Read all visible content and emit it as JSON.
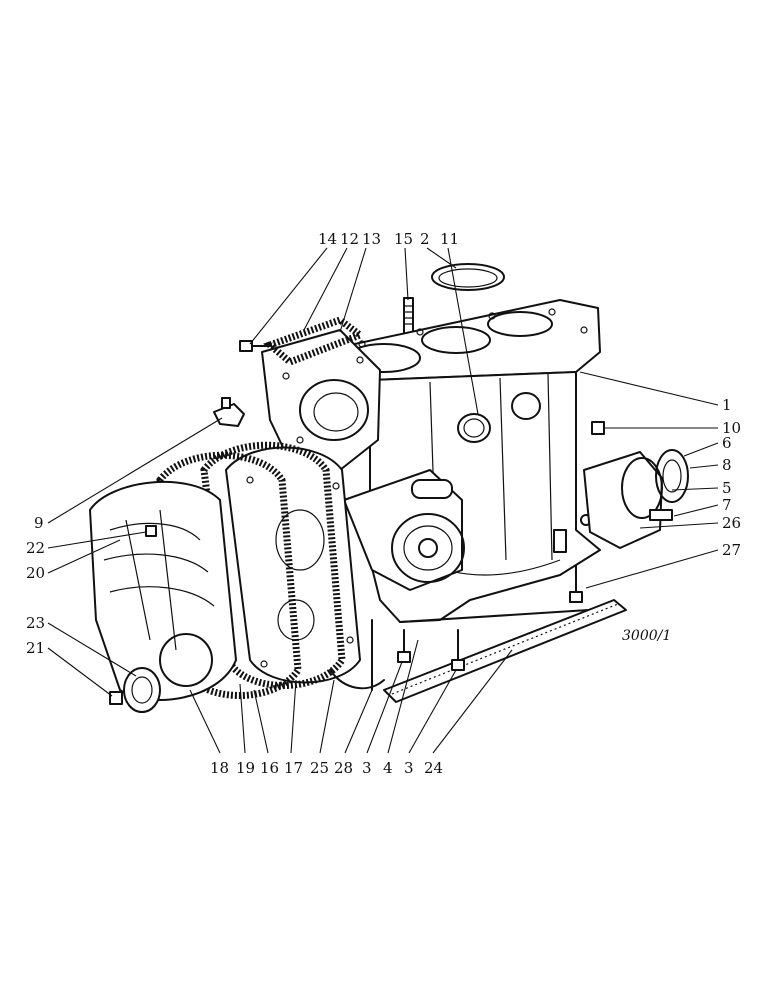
{
  "drawing_ref": "3000/1",
  "callouts": {
    "top": [
      "14",
      "12",
      "13",
      "15",
      "2",
      "11"
    ],
    "right": [
      "1",
      "10",
      "6",
      "8",
      "5",
      "7",
      "26",
      "27"
    ],
    "left": [
      "9",
      "22",
      "20",
      "23",
      "21"
    ],
    "bottom": [
      "18",
      "19",
      "16",
      "17",
      "25",
      "28",
      "3",
      "4",
      "3",
      "24"
    ]
  }
}
